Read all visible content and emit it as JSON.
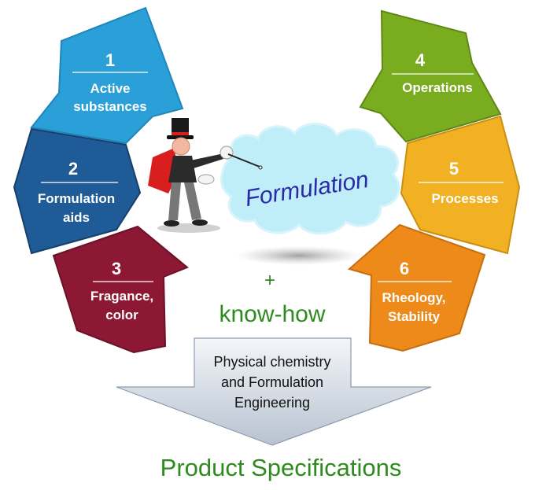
{
  "left_panels": [
    {
      "number": "1",
      "lines": [
        "Active",
        "substances"
      ],
      "color": "#2a9fd8"
    },
    {
      "number": "2",
      "lines": [
        "Formulation",
        "aids"
      ],
      "color": "#1f5c97"
    },
    {
      "number": "3",
      "lines": [
        "Fragance,",
        "color"
      ],
      "color": "#8c1833"
    }
  ],
  "right_panels": [
    {
      "number": "4",
      "lines": [
        "Operations"
      ],
      "color": "#7aac1f"
    },
    {
      "number": "5",
      "lines": [
        "Processes"
      ],
      "color": "#f2b123"
    },
    {
      "number": "6",
      "lines": [
        "Rheology,",
        "Stability"
      ],
      "color": "#ee8a1a"
    }
  ],
  "center": {
    "cloud_text": "Formulation",
    "plus": "+",
    "knowhow": "know-how"
  },
  "arrow": {
    "lines": [
      "Physical chemistry",
      "and Formulation",
      "Engineering"
    ]
  },
  "footer": {
    "title": "Product Specifications"
  },
  "colors": {
    "accent_green": "#2e8b1e",
    "cloud_fill": "#bfeef8",
    "cloud_text": "#2a2aa8"
  }
}
